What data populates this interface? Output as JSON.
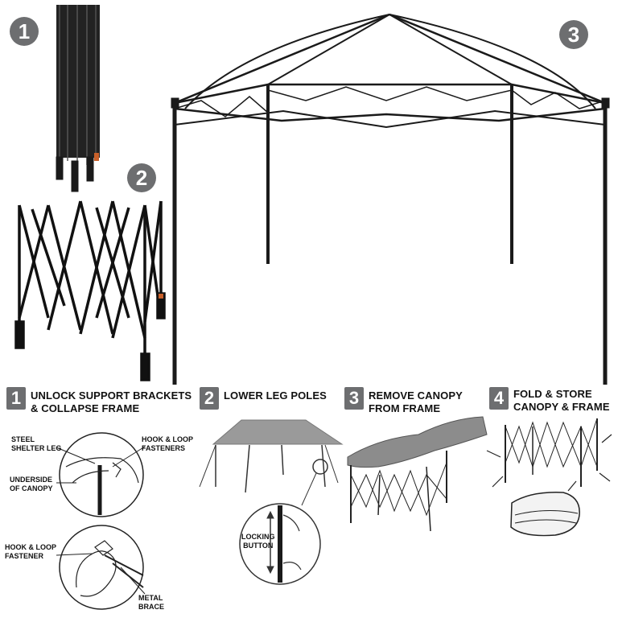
{
  "badges": {
    "one": "1",
    "two": "2",
    "three": "3"
  },
  "steps": [
    {
      "num": "1",
      "title_line1": "UNLOCK SUPPORT BRACKETS",
      "title_line2": "& COLLAPSE FRAME"
    },
    {
      "num": "2",
      "title_line1": "LOWER LEG POLES",
      "title_line2": ""
    },
    {
      "num": "3",
      "title_line1": "REMOVE CANOPY",
      "title_line2": "FROM FRAME"
    },
    {
      "num": "4",
      "title_line1": "FOLD & STORE",
      "title_line2": "CANOPY & FRAME"
    }
  ],
  "callouts": {
    "steel_leg_1": "STEEL",
    "steel_leg_2": "SHELTER LEG",
    "hook_loop_fasteners_1": "HOOK & LOOP",
    "hook_loop_fasteners_2": "FASTENERS",
    "underside_1": "UNDERSIDE",
    "underside_2": "OF CANOPY",
    "hook_loop_fastener_1": "HOOK & LOOP",
    "hook_loop_fastener_2": "FASTENER",
    "metal_brace_1": "METAL",
    "metal_brace_2": "BRACE",
    "locking_1": "LOCKING",
    "locking_2": "BUTTON"
  },
  "colors": {
    "badge": "#6d6e70",
    "frame": "#1a1a1a",
    "canopy": "#8c8c8c",
    "accent": "#c8602a"
  }
}
